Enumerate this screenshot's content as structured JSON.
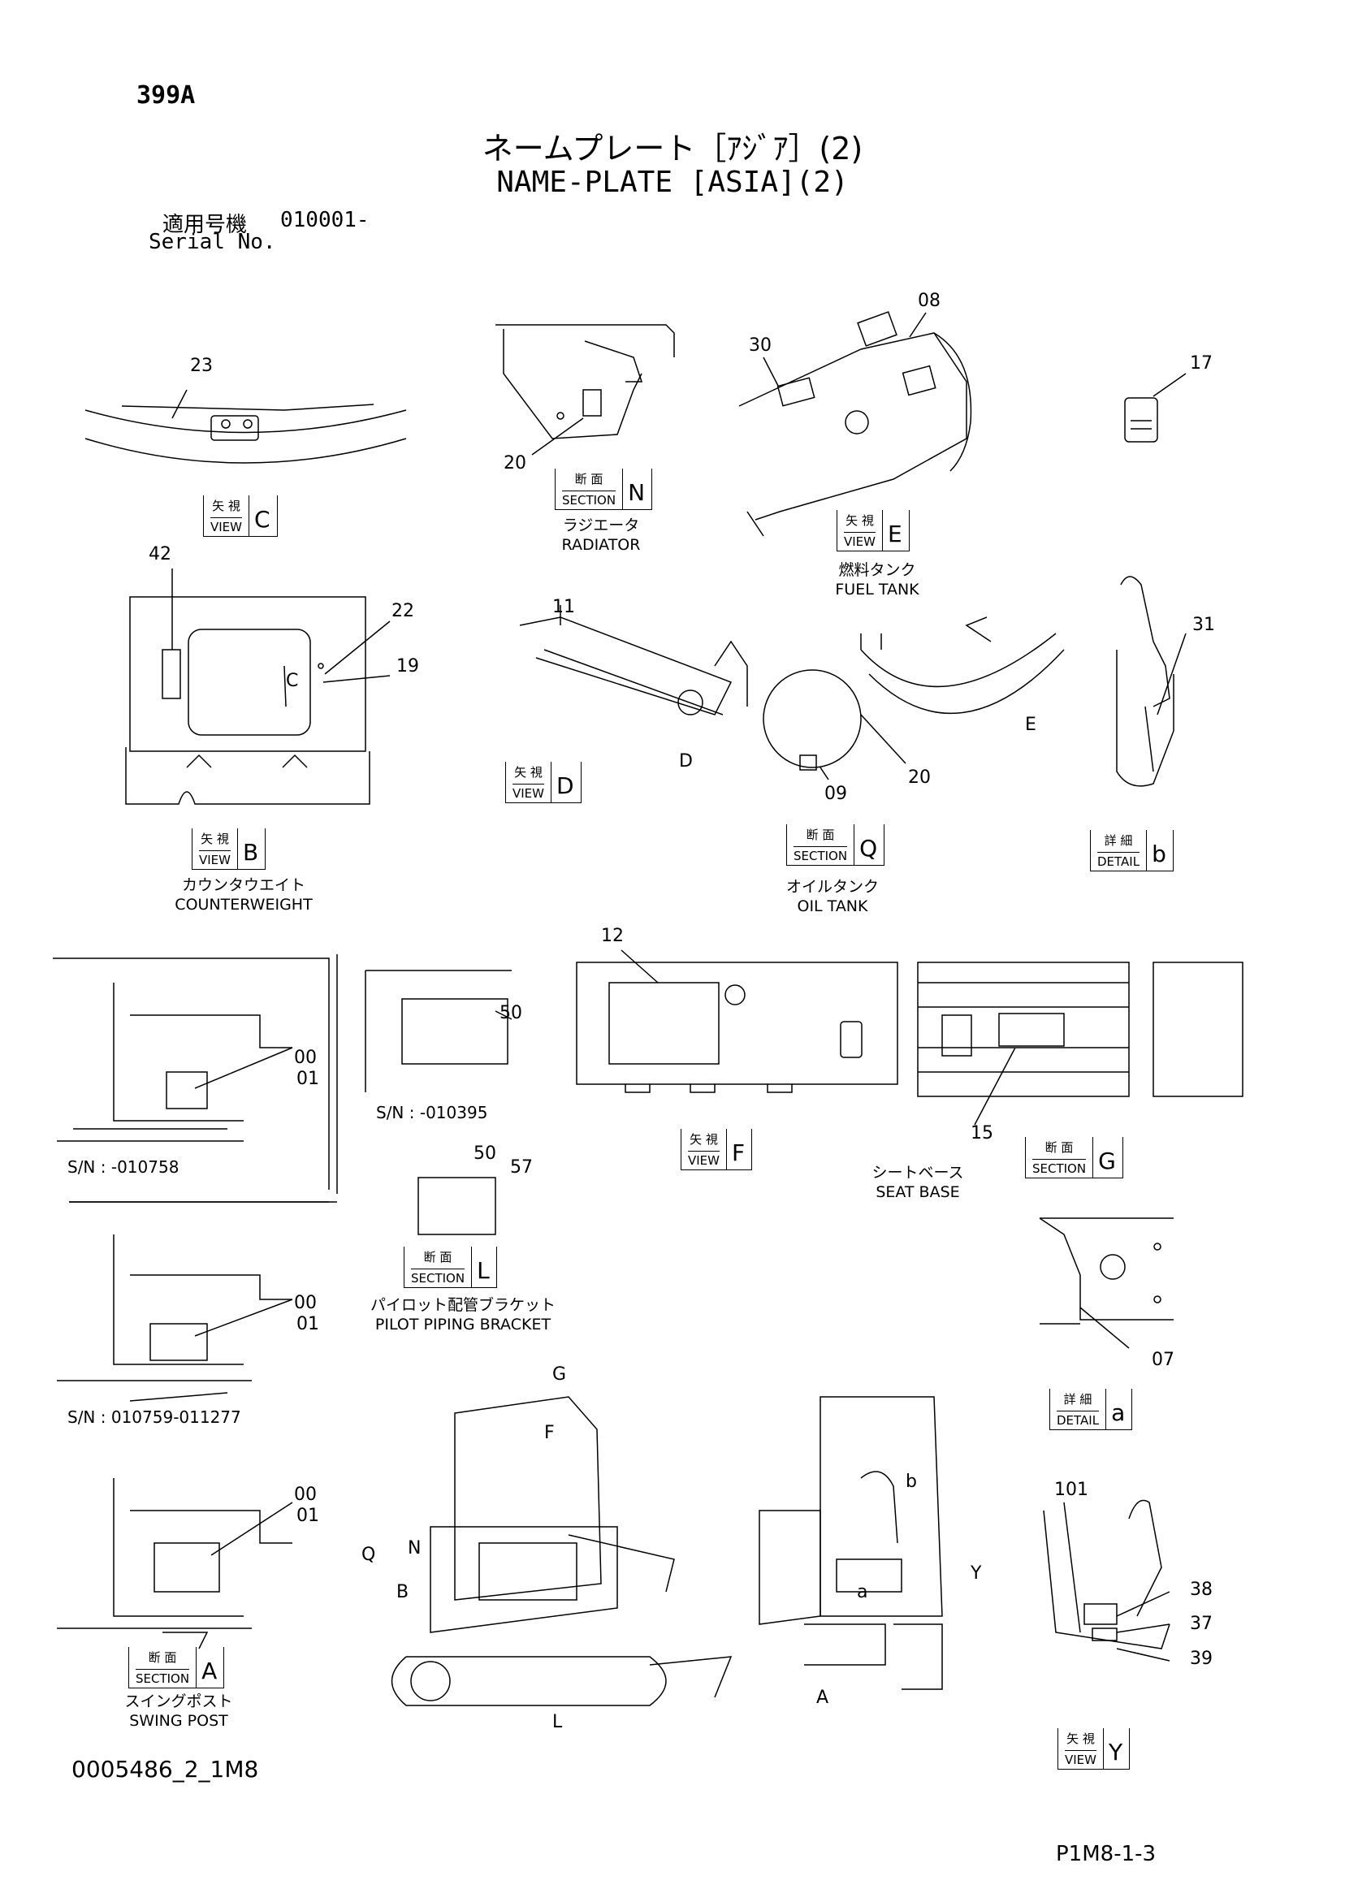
{
  "header": {
    "page_no": "399A",
    "title_jp": "ネームプレート［ｱｼﾞｱ］(2)",
    "title_en": "NAME-PLATE [ASIA](2)",
    "serial_label_jp": "適用号機",
    "serial_value": "010001-",
    "serial_label_en": "Serial No."
  },
  "views": {
    "view_c": {
      "small_jp": "矢 視",
      "small_en": "VIEW",
      "letter": "C"
    },
    "section_n": {
      "small_jp": "断 面",
      "small_en": "SECTION",
      "letter": "N",
      "caption_jp": "ラジエータ",
      "caption_en": "RADIATOR"
    },
    "view_e": {
      "small_jp": "矢 視",
      "small_en": "VIEW",
      "letter": "E",
      "caption_jp": "燃料タンク",
      "caption_en": "FUEL TANK"
    },
    "view_b": {
      "small_jp": "矢 視",
      "small_en": "VIEW",
      "letter": "B",
      "caption_jp": "カウンタウエイト",
      "caption_en": "COUNTERWEIGHT"
    },
    "view_d": {
      "small_jp": "矢 視",
      "small_en": "VIEW",
      "letter": "D"
    },
    "section_q": {
      "small_jp": "断 面",
      "small_en": "SECTION",
      "letter": "Q",
      "caption_jp": "オイルタンク",
      "caption_en": "OIL TANK"
    },
    "detail_b": {
      "small_jp": "詳 細",
      "small_en": "DETAIL",
      "letter": "b"
    },
    "view_f": {
      "small_jp": "矢 視",
      "small_en": "VIEW",
      "letter": "F"
    },
    "section_g": {
      "small_jp": "断 面",
      "small_en": "SECTION",
      "letter": "G"
    },
    "seat_caption": {
      "caption_jp": "シートベース",
      "caption_en": "SEAT BASE"
    },
    "section_l": {
      "small_jp": "断 面",
      "small_en": "SECTION",
      "letter": "L",
      "caption_jp": "パイロット配管ブラケット",
      "caption_en": "PILOT PIPING BRACKET"
    },
    "detail_a": {
      "small_jp": "詳 細",
      "small_en": "DETAIL",
      "letter": "a"
    },
    "section_a": {
      "small_jp": "断 面",
      "small_en": "SECTION",
      "letter": "A",
      "caption_jp": "スイングポスト",
      "caption_en": "SWING POST"
    },
    "view_y": {
      "small_jp": "矢 視",
      "small_en": "VIEW",
      "letter": "Y"
    }
  },
  "serials": {
    "sn1": "S/N : -010758",
    "sn2": "S/N : -010395",
    "sn3": "S/N : 010759-011277"
  },
  "callouts": [
    "23",
    "20",
    "30",
    "08",
    "17",
    "42",
    "22",
    "19",
    "11",
    "09",
    "20",
    "31",
    "00",
    "01",
    "50",
    "12",
    "15",
    "50",
    "57",
    "07",
    "00",
    "01",
    "00",
    "01",
    "101",
    "38",
    "37",
    "39"
  ],
  "arrows": [
    "C",
    "D",
    "E",
    "G",
    "F",
    "Q",
    "N",
    "B",
    "L",
    "A",
    "Y",
    "b",
    "a"
  ],
  "footer": {
    "drawing_code": "0005486_2_1M8",
    "page_ref": "P1M8-1-3"
  }
}
